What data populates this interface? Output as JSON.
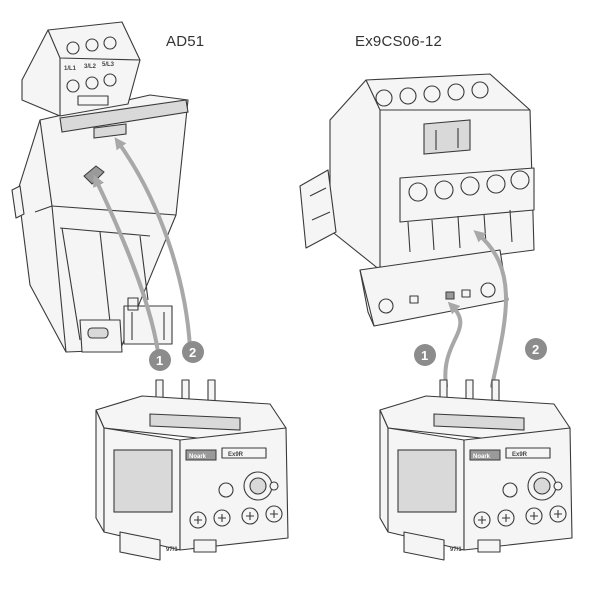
{
  "labels": {
    "left_title": "AD51",
    "right_title": "Ex9CS06-12"
  },
  "left_device": {
    "terminal_labels": [
      "1/L1",
      "3/L2",
      "5/L3"
    ],
    "steps": [
      "1",
      "2"
    ]
  },
  "right_device": {
    "steps": [
      "1",
      "2"
    ]
  },
  "relay": {
    "brand_label": "Noark",
    "model_label": "Ex9R",
    "bottom_label": "97/1"
  },
  "colors": {
    "arrow": "#a8a8a8",
    "badge": "#8c8c8c",
    "line": "#3a3a3a"
  }
}
